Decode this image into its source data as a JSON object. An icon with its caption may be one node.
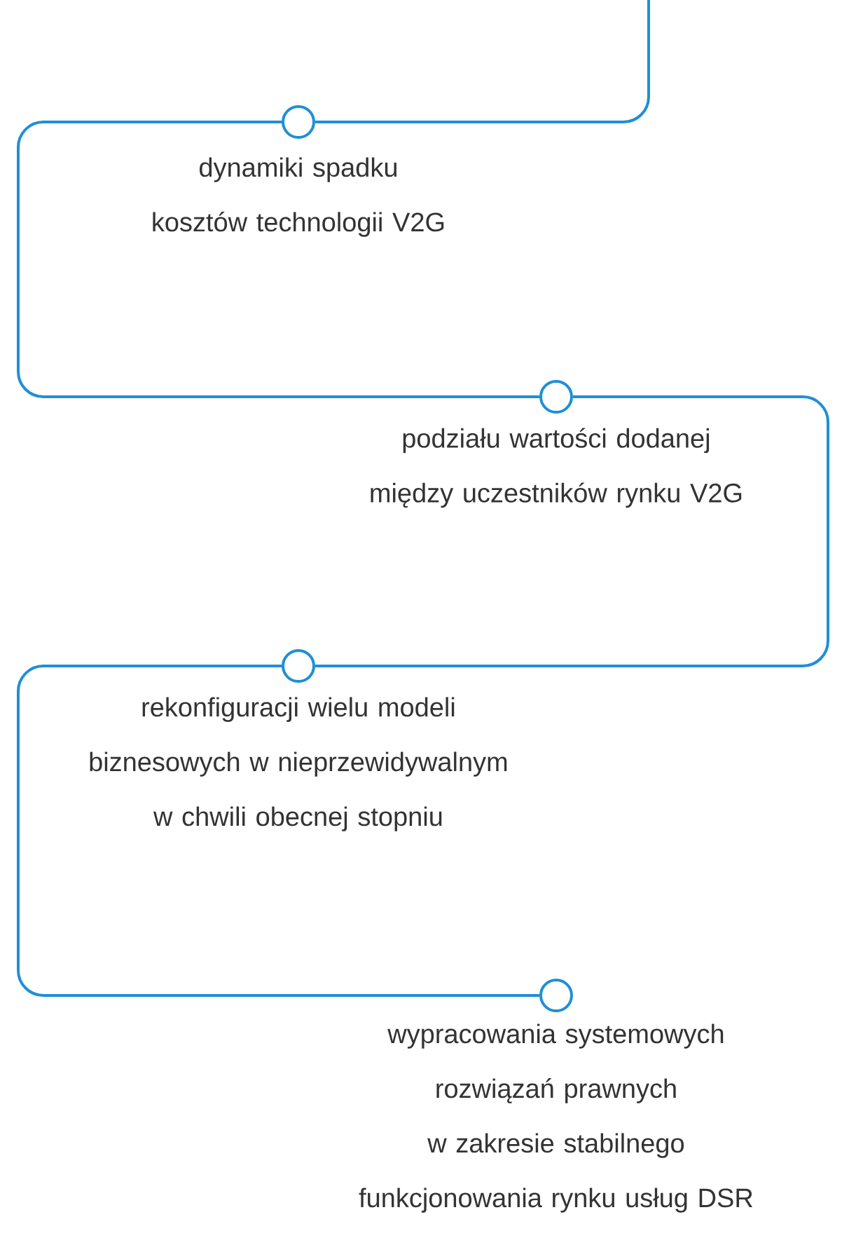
{
  "diagram": {
    "nodes": [
      {
        "text": [],
        "shape": "circle",
        "beside": [
          "dynamiki spadku kosztów technologii V2G"
        ]
      },
      {
        "text": [],
        "shape": "circle",
        "beside": [
          "podziału wartości dodanej między uczestników rynku V2G"
        ]
      },
      {
        "text": [],
        "shape": "circle",
        "beside": [
          "rekonfiguracji wielu modeli biznesowych w nieprzewidywalnym w chwili obecnej stopniu"
        ]
      },
      {
        "text": [],
        "shape": "circle",
        "beside": [
          "wypracowania systemowych rozwiązań prawnych w zakresie stabilnego funkcjonowania rynku usług DSR"
        ]
      }
    ],
    "edges": [
      {
        "from": null,
        "to": 0,
        "arrow": "none"
      },
      {
        "from": 0,
        "to": 1,
        "arrow": "none"
      },
      {
        "from": 1,
        "to": 2,
        "arrow": "none"
      },
      {
        "from": 2,
        "to": 3,
        "arrow": "none"
      }
    ]
  }
}
